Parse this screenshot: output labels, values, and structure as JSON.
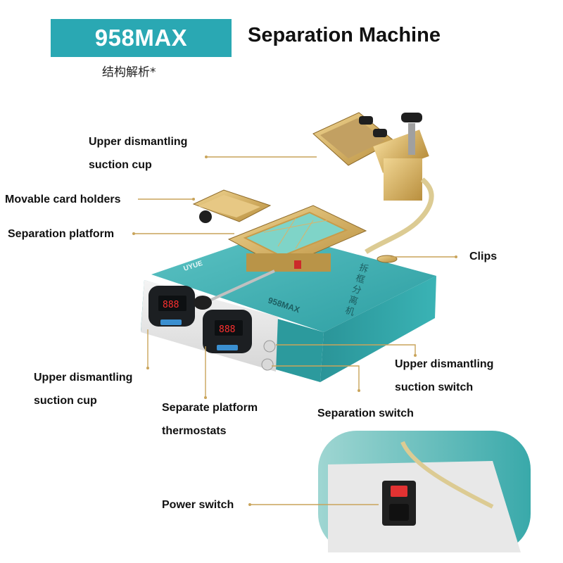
{
  "header": {
    "model_badge": "958MAX",
    "title": "Separation Machine",
    "subtitle": "结构解析*"
  },
  "labels": {
    "upper_cup_top": [
      "Upper dismantling",
      "suction cup"
    ],
    "card_holders": "Movable card holders",
    "platform": "Separation platform",
    "clips": "Clips",
    "upper_cup_bottom": [
      "Upper dismantling",
      "suction cup"
    ],
    "thermostats": [
      "Separate platform",
      "thermostats"
    ],
    "upper_switch": [
      "Upper dismantling",
      "suction switch"
    ],
    "sep_switch": "Separation switch",
    "power_switch": "Power switch"
  },
  "machine_text": {
    "brand": "UYUE",
    "model": "958MAX",
    "chinese_vertical": "拆框分离机"
  },
  "colors": {
    "badge": "#2aa8b3",
    "machine_body": "#2fa3a6",
    "leader": "#c9a45a",
    "gold": "#d3ad5c"
  }
}
